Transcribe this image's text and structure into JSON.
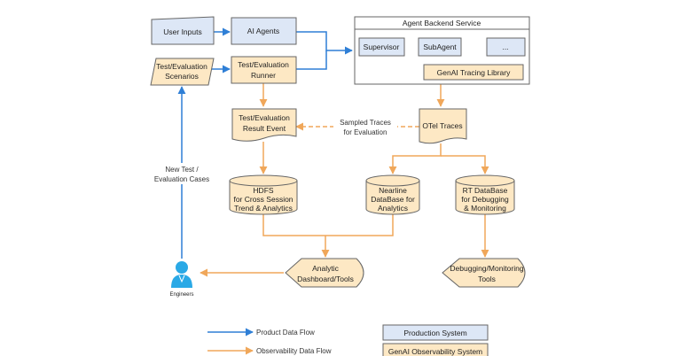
{
  "colors": {
    "production_fill": "#dde7f6",
    "observability_fill": "#fde8c4",
    "box_stroke": "#666666",
    "product_flow": "#2f7fd6",
    "observability_flow": "#f0a75a",
    "engineer": "#2aa9e6"
  },
  "nodes": {
    "user_inputs": "User Inputs",
    "ai_agents": "AI Agents",
    "test_scenarios": [
      "Test/Evaluation",
      "Scenarios"
    ],
    "test_runner": [
      "Test/Evaluation",
      "Runner"
    ],
    "agent_backend": "Agent Backend Service",
    "supervisor": "Supervisor",
    "subagent": "SubAgent",
    "ellipsis": "...",
    "tracing_library": "GenAI Tracing Library",
    "result_event": [
      "Test/Evaluation",
      "Result Event"
    ],
    "otel_traces": "OTel Traces",
    "hdfs": [
      "HDFS",
      "for Cross Session",
      "Trend & Analytics"
    ],
    "nearline_db": [
      "Nearline",
      "DataBase for",
      "Analytics"
    ],
    "rt_db": [
      "RT DataBase",
      "for Debugging",
      "& Monitoring"
    ],
    "analytic_tools": [
      "Analytic",
      "Dashboard/Tools"
    ],
    "debug_tools": [
      "Debugging/Monitoring",
      "Tools"
    ],
    "engineers": "Engineers"
  },
  "edge_labels": {
    "sampled_traces": [
      "Sampled Traces",
      "for Evaluation"
    ],
    "new_test": [
      "New Test /",
      "Evaluation Cases"
    ]
  },
  "legend": {
    "product_flow": "Product Data Flow",
    "observability_flow": "Observability Data Flow",
    "production_system": "Production System",
    "observability_system": "GenAI Observability System"
  },
  "icons": {
    "engineer": "person-icon"
  }
}
